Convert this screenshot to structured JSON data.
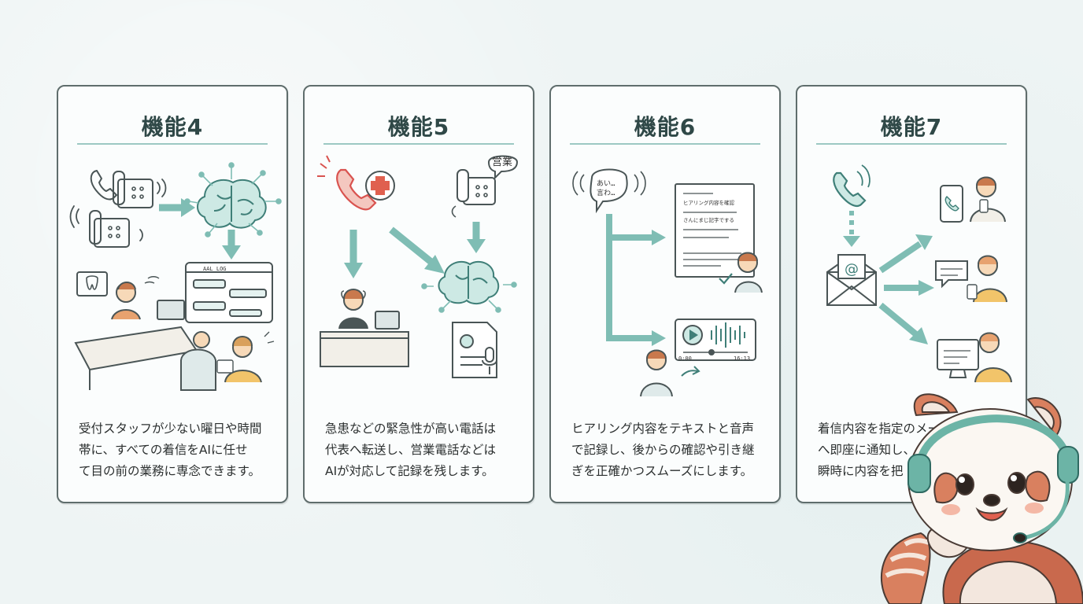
{
  "cards": [
    {
      "title": "機能4",
      "illus_texts": [
        "AAL LOG"
      ],
      "desc": [
        "受付スタッフが少ない曜日や時間",
        "帯に、すべての着信をAIに任せ",
        "て目の前の業務に専念できます。"
      ]
    },
    {
      "title": "機能5",
      "illus_texts": [
        "営業"
      ],
      "desc": [
        "急患などの緊急性が高い電話は",
        "代表へ転送し、営業電話などは",
        "AIが対応して記録を残します。"
      ]
    },
    {
      "title": "機能6",
      "illus_texts": [
        "あい…",
        "言わ…",
        "ヒアリング内容を確認",
        "さんにまじ記字でする",
        "0:00",
        "16:13"
      ],
      "desc": [
        "ヒアリング内容をテキストと音声",
        "で記録し、後からの確認や引き継",
        "ぎを正確かつスムーズにします。"
      ]
    },
    {
      "title": "機能7",
      "illus_texts": [
        "@"
      ],
      "desc": [
        "着信内容を指定のメールア",
        "へ即座に通知し、",
        "瞬時に内容を把"
      ]
    }
  ],
  "colors": {
    "teal": "#7fbdb4",
    "tealDark": "#3f7f78",
    "red": "#e0604f",
    "panda": "#c9694d",
    "headset": "#6cb4a6"
  }
}
